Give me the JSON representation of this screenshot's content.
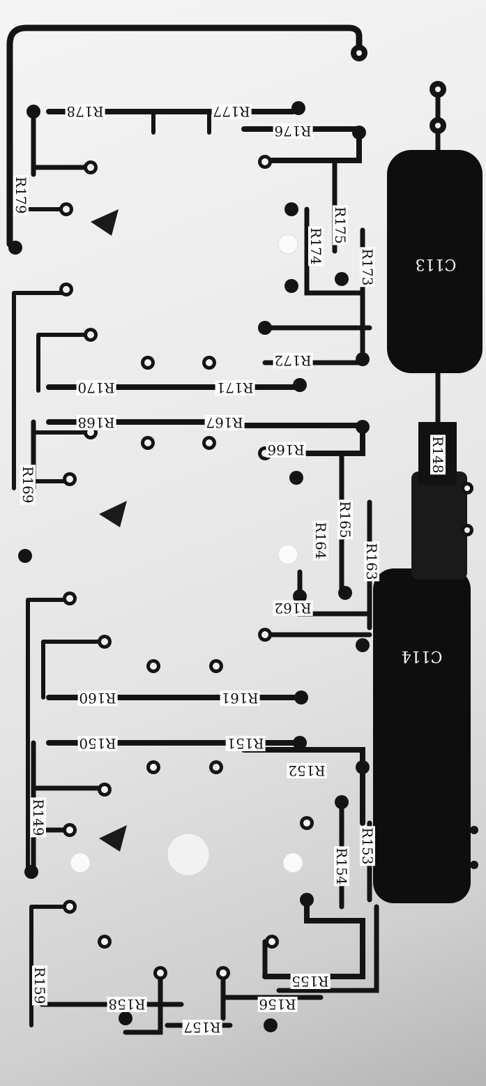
{
  "image": "Photograph of a printed circuit board (solder side) showing resistor footprints with white designator labels",
  "labels": {
    "r178": "R178",
    "r177": "R177",
    "r176": "R176",
    "r179": "R179",
    "r175": "R175",
    "r174": "R174",
    "r173": "R173",
    "c113": "C113",
    "r172": "R172",
    "r170": "R170",
    "r171": "R171",
    "r168": "R168",
    "r167": "R167",
    "r166": "R166",
    "r148": "R148",
    "r169": "R169",
    "r165": "R165",
    "r164": "R164",
    "r163": "R163",
    "r162": "R162",
    "c114": "C114",
    "r160": "R160",
    "r161": "R161",
    "r150": "R150",
    "r151": "R151",
    "r152": "R152",
    "r149": "R149",
    "r153": "R153",
    "r154": "R154",
    "r155": "R155",
    "r159": "R159",
    "r158": "R158",
    "r156": "R156",
    "r157": "R157"
  },
  "colors": {
    "trace": "#141414",
    "board": "#e8e8e8",
    "label_bg": "#ffffff",
    "pad_hole": "#f4f4f4"
  }
}
